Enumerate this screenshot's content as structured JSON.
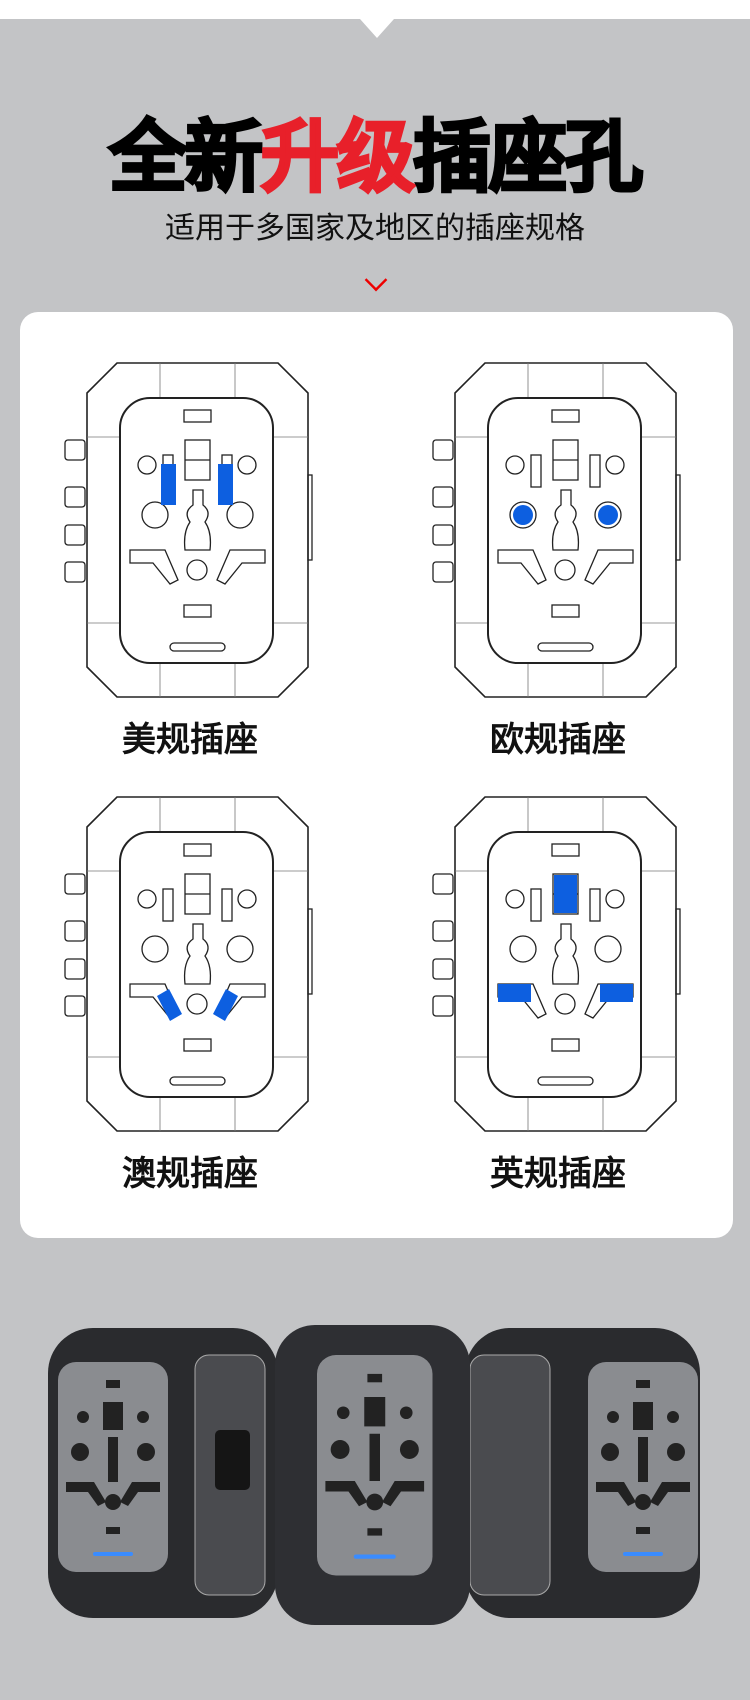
{
  "header": {
    "title_part1": "全新",
    "title_highlight": "升级",
    "title_part2": "插座孔",
    "subtitle": "适用于多国家及地区的插座规格"
  },
  "colors": {
    "highlight": "#0d5fe0",
    "accent": "#e8202a"
  },
  "sockets": [
    {
      "label": "美规插座",
      "type": "us"
    },
    {
      "label": "欧规插座",
      "type": "eu"
    },
    {
      "label": "澳规插座",
      "type": "au"
    },
    {
      "label": "英规插座",
      "type": "uk"
    }
  ]
}
